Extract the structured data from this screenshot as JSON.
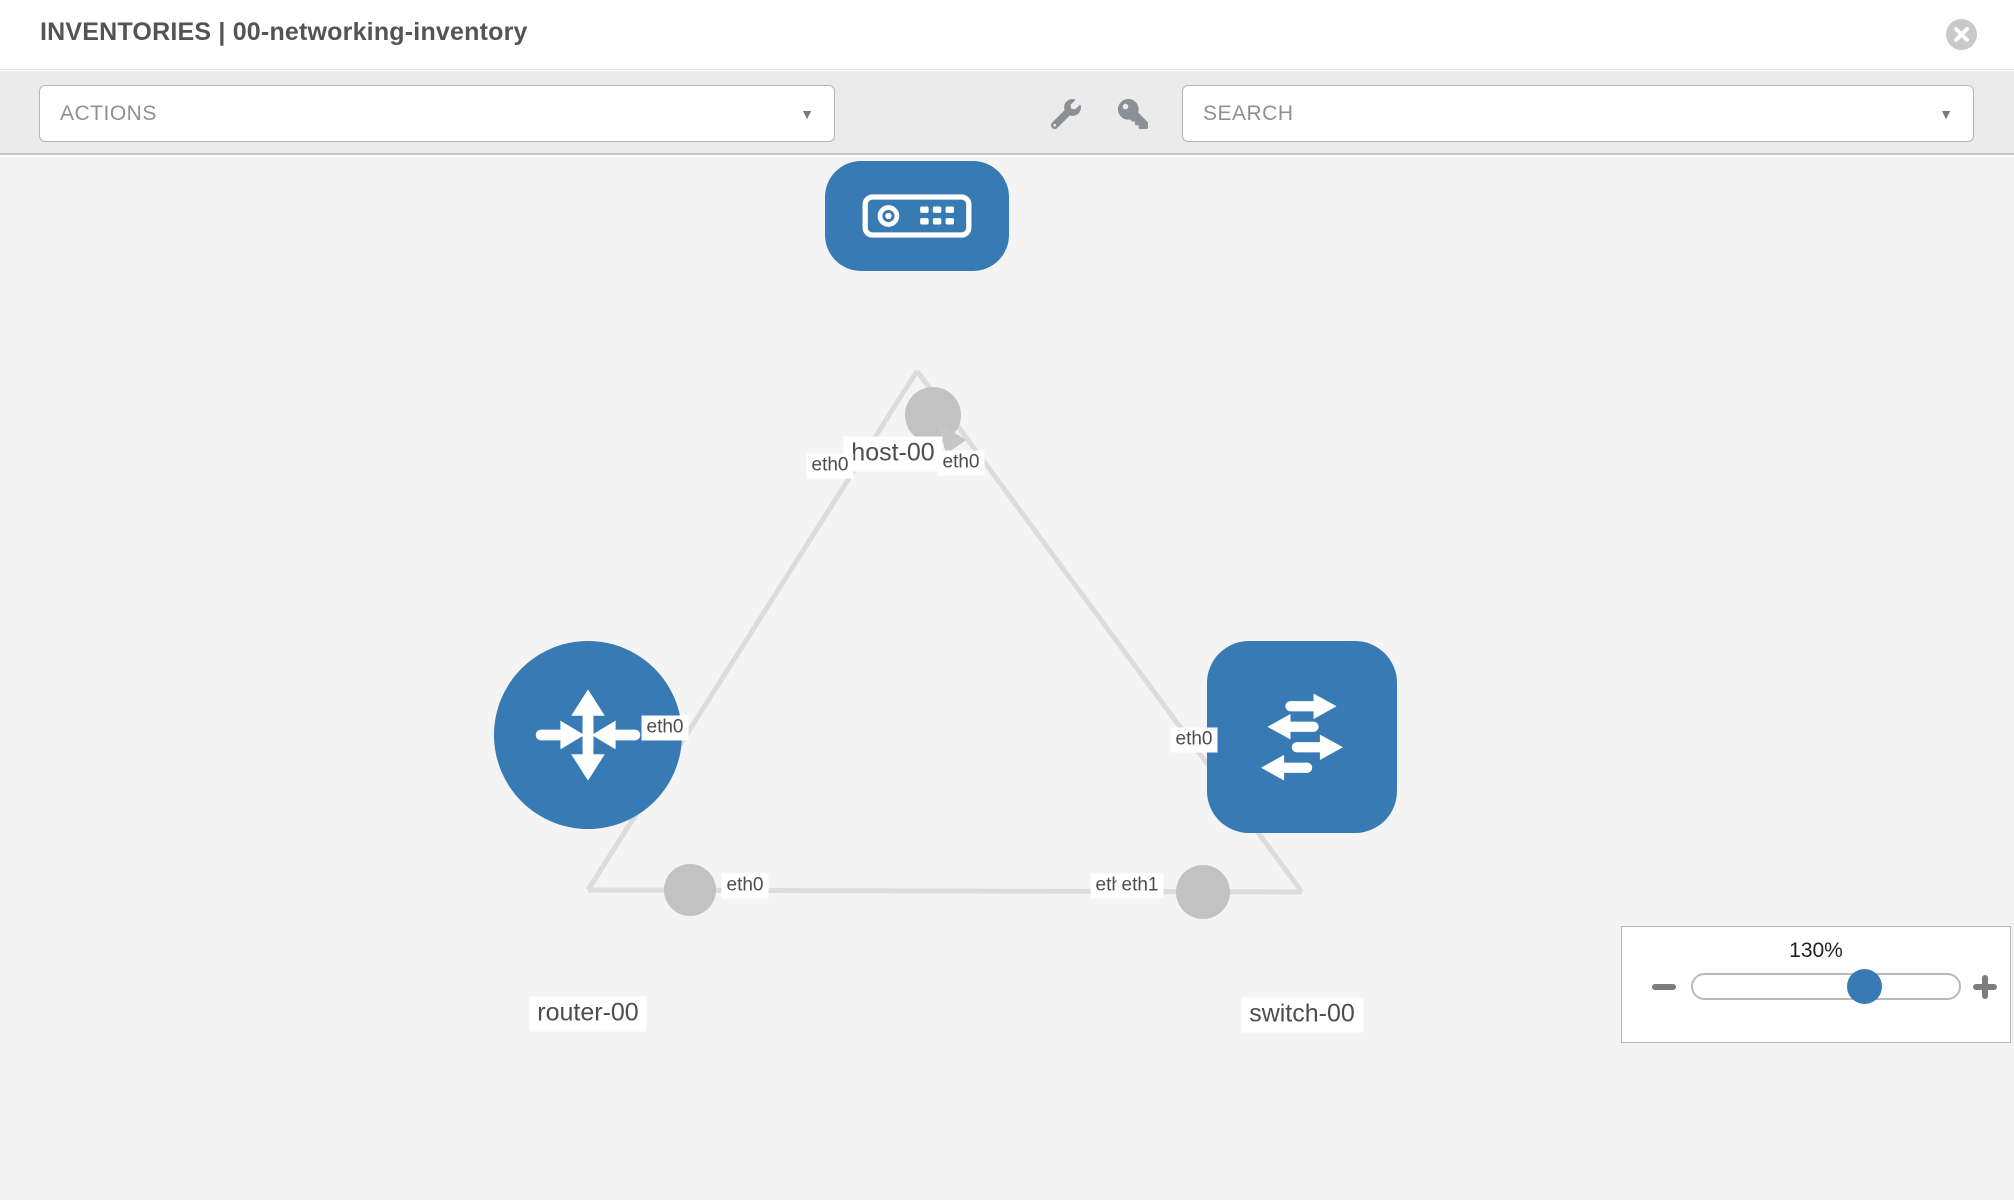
{
  "window": {
    "title": "INVENTORIES | 00-networking-inventory"
  },
  "toolbar": {
    "actions_dropdown": {
      "label": "ACTIONS",
      "caret": "▼"
    },
    "search_dropdown": {
      "label": "SEARCH",
      "caret": "▼"
    },
    "tools": [
      {
        "icon": "wrench-icon"
      },
      {
        "icon": "key-icon"
      }
    ]
  },
  "topology": {
    "nodes": [
      {
        "label": "host-00",
        "type": "host"
      },
      {
        "label": "router-00",
        "type": "router"
      },
      {
        "label": "switch-00",
        "type": "switch"
      }
    ],
    "links": [
      {
        "from": "router-00",
        "to": "host-00",
        "from_interface": "eth0",
        "to_interface": "eth0"
      },
      {
        "from": "host-00",
        "to": "switch-00",
        "from_interface": "eth0",
        "to_interface": "eth0"
      },
      {
        "from": "router-00",
        "to": "switch-00",
        "from_interface": "eth0",
        "to_interface": "eth1"
      }
    ],
    "labels": {
      "host": "host-00",
      "router": "router-00",
      "switch": "switch-00",
      "host_if_left": "eth0",
      "host_if_right": "eth0",
      "link_router_host": "eth0",
      "link_host_switch": "eth0",
      "router_if": "eth0",
      "switch_if_hidden": "eth0",
      "switch_if": "eth1"
    }
  },
  "zoom_control": {
    "value": "130%"
  },
  "colors": {
    "node_blue": "#377ab4",
    "link_gray": "#dcdcdc",
    "connector_gray": "#c2c2c2",
    "canvas_bg": "#f4f4f4",
    "toolbar_bg": "#ebebeb"
  }
}
